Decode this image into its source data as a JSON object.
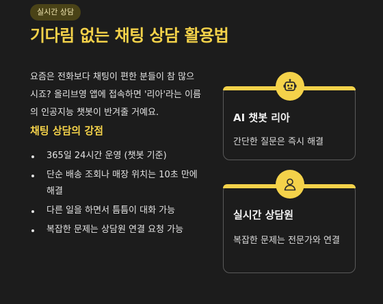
{
  "badge": "실시간 상담",
  "title": "기다림 없는 채팅 상담 활용법",
  "intro": "요즘은 전화보다 채팅이 편한 분들이 참 많으시죠? 올리브영 앱에 접속하면 '리아'라는 이름의 인공지능 챗봇이 반겨줄 거예요.",
  "strengths": {
    "title": "채팅 상담의 강점",
    "items": [
      "365일 24시간 운영 (챗봇 기준)",
      "단순 배송 조회나 매장 위치는 10초 만에 해결",
      "다른 일을 하면서 틈틈이 대화 가능",
      "복잡한 문제는 상담원 연결 요청 가능"
    ]
  },
  "cards": [
    {
      "icon": "robot-icon",
      "title": "AI 챗봇 리아",
      "desc": "간단한 질문은 즉시 해결"
    },
    {
      "icon": "user-icon",
      "title": "실시간 상담원",
      "desc": "복잡한 문제는 전문가와 연결"
    }
  ],
  "colors": {
    "background": "#1c1c1c",
    "accent": "#f4d24a",
    "badge_bg": "#4a4317",
    "card_border": "#5a5a5a"
  }
}
